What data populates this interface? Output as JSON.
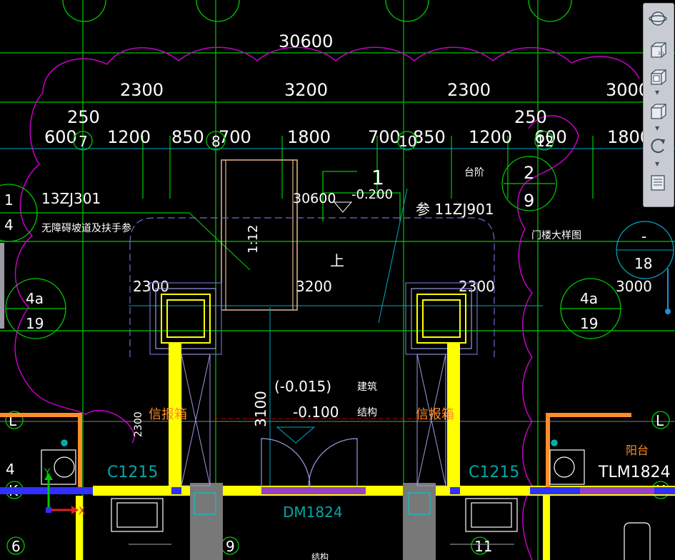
{
  "dimensions": {
    "overall": "30600",
    "spans": [
      "2300",
      "3200",
      "2300",
      "3000"
    ],
    "small_250_left": "250",
    "small_250_right": "250",
    "row3": [
      "600",
      "1200",
      "850",
      "700",
      "1800",
      "700",
      "850",
      "1200",
      "600",
      "1800"
    ],
    "inner": [
      "2300",
      "3200",
      "2300",
      "3000"
    ],
    "center_30600": "30600",
    "height_3100": "3100",
    "height_2300": "2300"
  },
  "axes": {
    "vertical": [
      "7",
      "8",
      "10",
      "12"
    ],
    "bottom": [
      "6",
      "9",
      "11"
    ],
    "horizontal_left": "L",
    "horizontal_right": "L",
    "k_left": "K",
    "k_right": "K",
    "left_partial_1": "1",
    "left_partial_4": "4",
    "left_partial_4b": "4"
  },
  "annotations": {
    "ref_13zj301": "13ZJ301",
    "ramp_handrail": "无障碍坡道及扶手参",
    "ramp_slope": "1:12",
    "level_neg_0200": "-0.200",
    "section_1": "1",
    "ref_11zj901": "参 11ZJ901",
    "steps": "台阶",
    "detail_2": "2",
    "detail_9": "9",
    "door_building_detail": "门楼大样图",
    "detail_dash": "-",
    "detail_18": "18",
    "up": "上",
    "detail_4a_left": "4a",
    "detail_19_left": "19",
    "detail_4a_right": "4a",
    "detail_19_right": "19",
    "arch_level": "(-0.015)",
    "arch_label": "建筑",
    "struct_level": "-0.100",
    "struct_label": "结构",
    "mailbox_left": "信报箱",
    "mailbox_right": "信报箱",
    "window_left": "C1215",
    "window_right": "C1215",
    "balcony": "阳台",
    "door_tlm": "TLM1824",
    "door_dm": "DM1824",
    "bottom_partial": "结构",
    "ucs_y": "Y",
    "ucs_x": "X"
  },
  "colors": {
    "background": "#000000",
    "green": "#00c800",
    "magenta": "#c800c8",
    "cyan": "#00c8c8",
    "yellow": "#ffff00",
    "white": "#ffffff",
    "orange": "#ff8c28",
    "blue": "#3030ff",
    "purple": "#9640c8"
  },
  "viewtools": {
    "icons": [
      "orbit-icon",
      "view-3d-icon",
      "view-box-icon",
      "view-cube-icon",
      "rotate-icon",
      "layers-icon"
    ]
  }
}
